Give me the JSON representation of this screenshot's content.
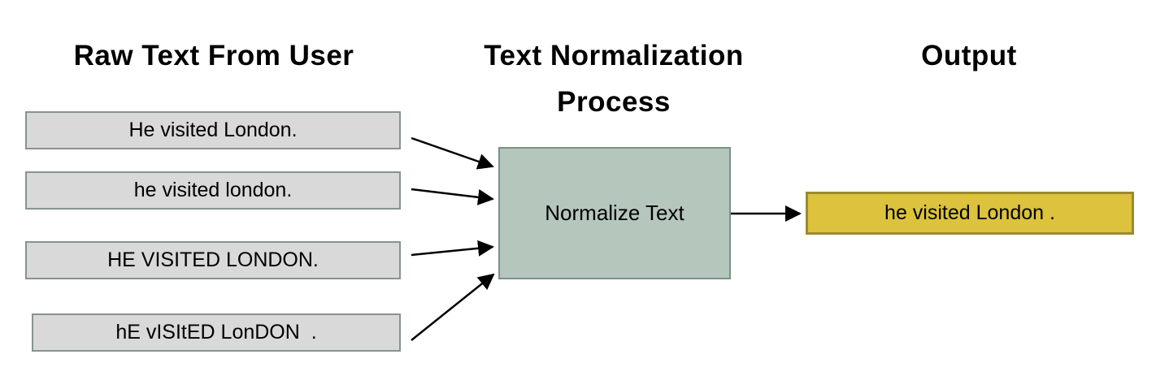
{
  "diagram": {
    "raw_column": {
      "title": "Raw Text From User",
      "inputs": [
        {
          "text": "He visited London."
        },
        {
          "text": "he visited london."
        },
        {
          "text": "HE VISITED LONDON."
        },
        {
          "text": "hE vISItED LonDON  ."
        }
      ]
    },
    "process_column": {
      "title_lines": [
        "Text Normalization",
        "Process"
      ],
      "box_label": "Normalize Text"
    },
    "output_column": {
      "title": "Output",
      "box_text": "he visited London ."
    },
    "colors": {
      "background": "#ffffff",
      "input_box_fill": "#d9d9d9",
      "input_box_border": "#87948c",
      "process_box_fill": "#b5c6bd",
      "process_box_border": "#7b9186",
      "output_box_fill": "#dcc23d",
      "output_box_border": "#9c8a2e",
      "arrow": "#000000",
      "text": "#000000"
    }
  }
}
